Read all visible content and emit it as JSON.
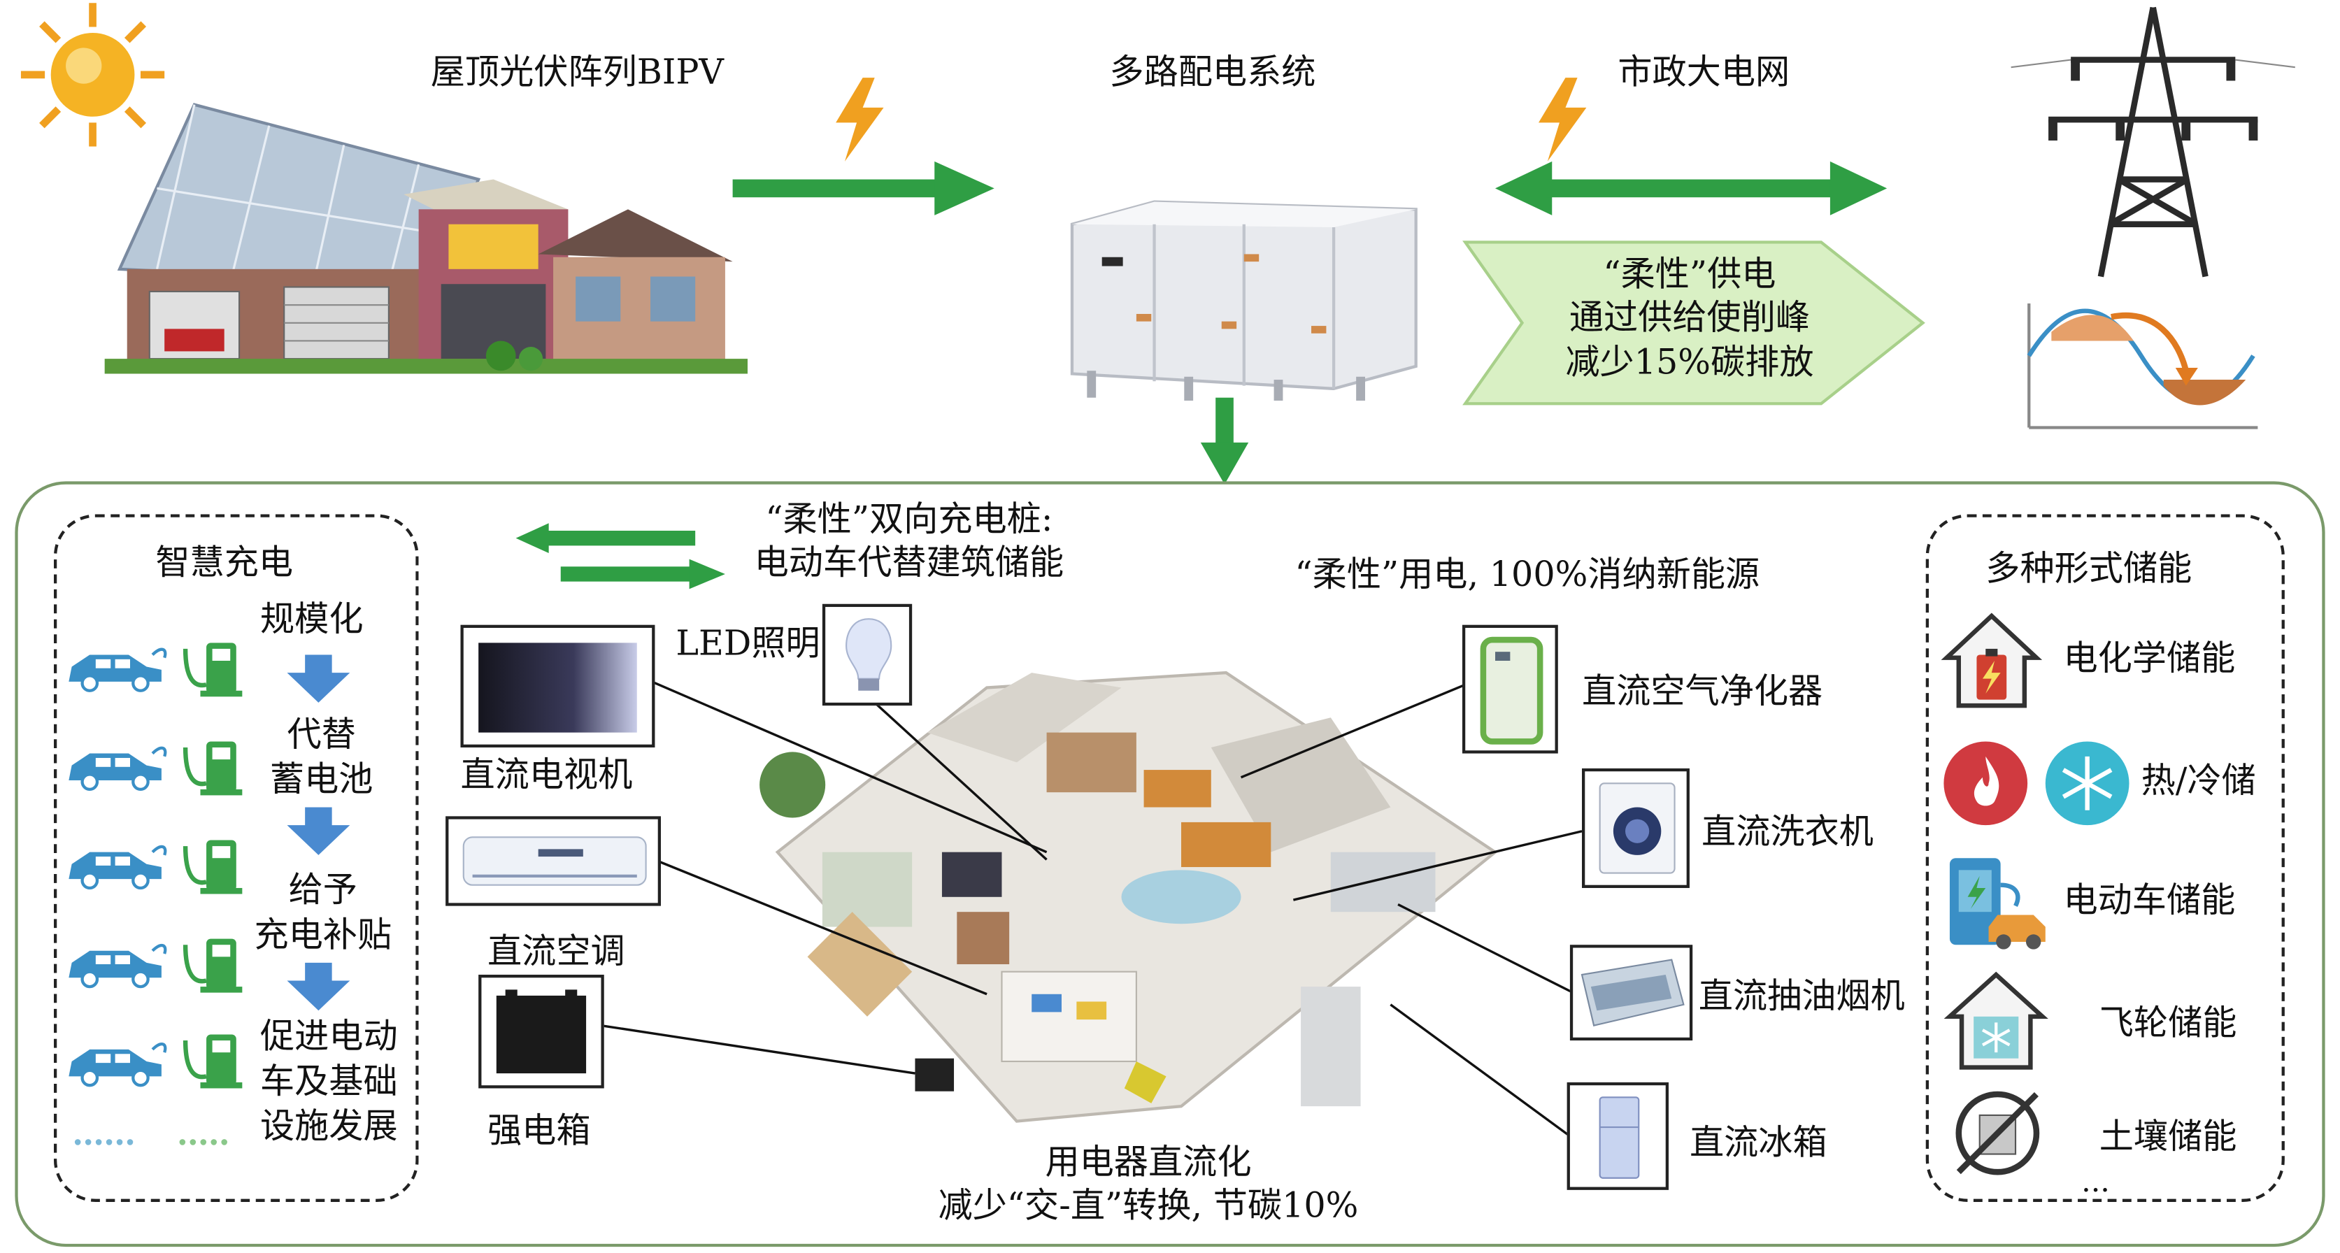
{
  "top": {
    "bipv_label": "屋顶光伏阵列BIPV",
    "distribution_label": "多路配电系统",
    "grid_label": "市政大电网",
    "flexible_supply": {
      "line1": "“柔性”供电",
      "line2": "通过供给使削峰",
      "line3": "减少15%碳排放"
    }
  },
  "left_panel": {
    "title": "智慧充电",
    "steps": [
      "规模化",
      "代替",
      "蓄电池",
      "给予",
      "充电补贴",
      "促进电动",
      "车及基础",
      "设施发展"
    ]
  },
  "center": {
    "v2b_line1": "“柔性”双向充电桩:",
    "v2b_line2": "电动车代替建筑储能",
    "flexible_use": "“柔性”用电, 100%消纳新能源",
    "dc_line1": "用电器直流化",
    "dc_line2": "减少“交-直”转换, 节碳10%"
  },
  "appliances": {
    "led": "LED照明",
    "tv": "直流电视机",
    "ac": "直流空调",
    "power_box": "强电箱",
    "air_purifier": "直流空气净化器",
    "washer": "直流洗衣机",
    "hood": "直流抽油烟机",
    "fridge": "直流冰箱"
  },
  "right_panel": {
    "title": "多种形式储能",
    "items": [
      "电化学储能",
      "热/冷储",
      "电动车储能",
      "飞轮储能",
      "土壤储能"
    ],
    "more": "..."
  },
  "colors": {
    "arrow_green": "#2f9e44",
    "panel_border": "#7a9a6a",
    "chevron_fill": "#d9f0c4",
    "icon_green": "#3aa24a",
    "icon_blue": "#3a8fc6",
    "bolt_orange": "#f0a020"
  }
}
